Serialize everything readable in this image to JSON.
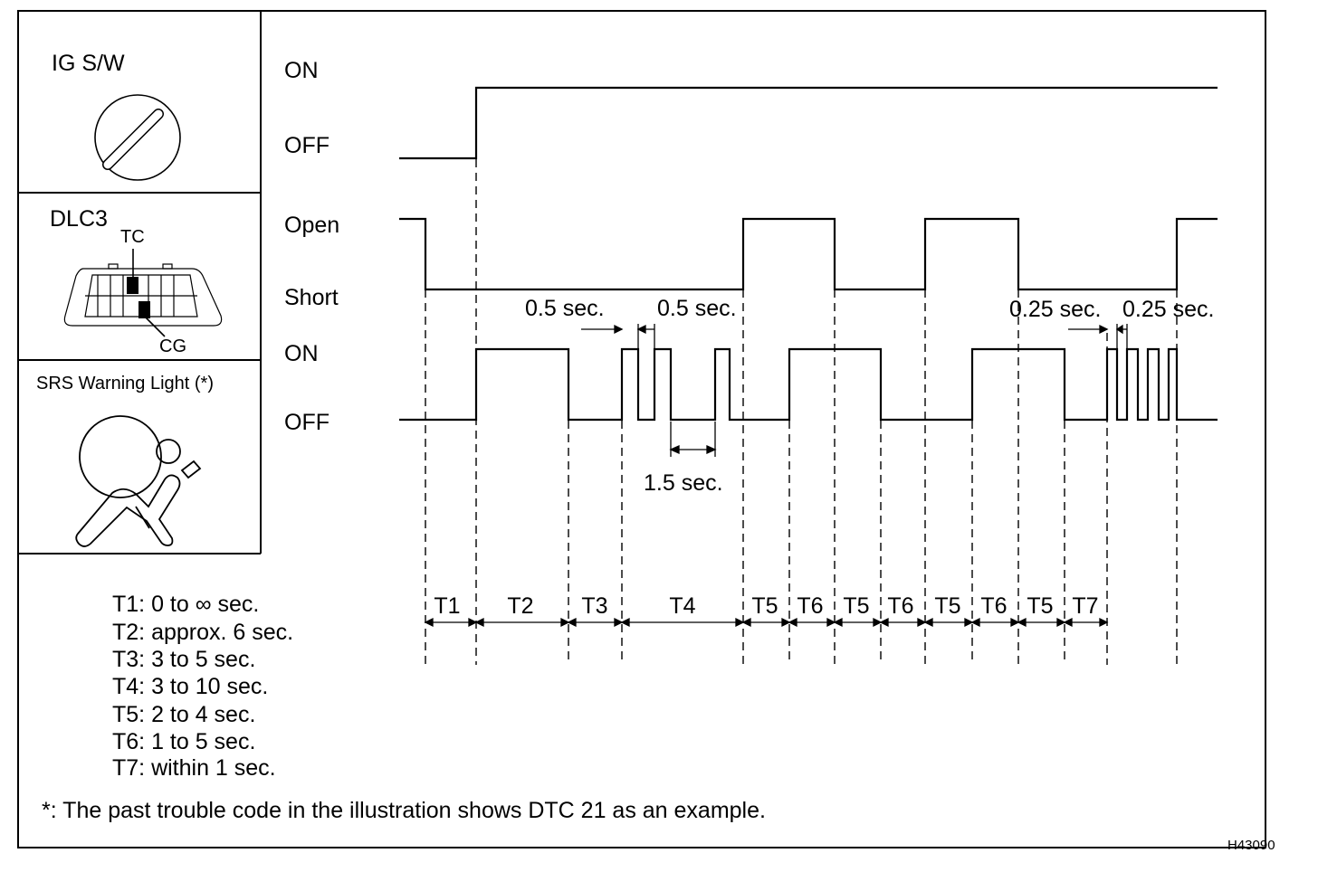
{
  "panels": {
    "ig_switch": "IG S/W",
    "dlc3": {
      "title": "DLC3",
      "tc": "TC",
      "cg": "CG"
    },
    "srs_light": "SRS Warning Light (*)"
  },
  "signal_labels": {
    "ig_on": "ON",
    "ig_off": "OFF",
    "dlc_open": "Open",
    "dlc_short": "Short",
    "light_on": "ON",
    "light_off": "OFF"
  },
  "annotations": {
    "blink_on_left": "0.5 sec.",
    "blink_off_left": "0.5 sec.",
    "pause": "1.5 sec.",
    "blink_on_right": "0.25 sec.",
    "blink_off_right": "0.25 sec."
  },
  "intervals": [
    "T1",
    "T2",
    "T3",
    "T4",
    "T5",
    "T6",
    "T5",
    "T6",
    "T5",
    "T6",
    "T5",
    "T7"
  ],
  "legend": [
    "T1: 0 to ∞ sec.",
    "T2: approx. 6 sec.",
    "T3: 3 to 5 sec.",
    "T4: 3 to 10 sec.",
    "T5: 2 to 4 sec.",
    "T6: 1 to 5 sec.",
    "T7: within 1 sec."
  ],
  "footnote": "*: The past trouble code in the illustration shows DTC 21 as an example.",
  "figure_id": "H43090"
}
